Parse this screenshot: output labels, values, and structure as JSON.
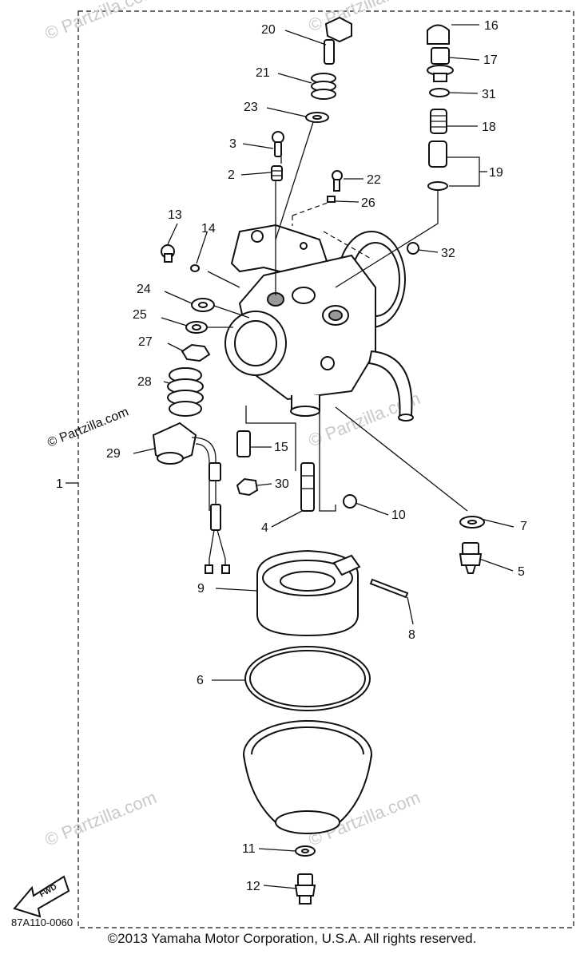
{
  "diagram": {
    "callouts": {
      "c1": "1",
      "c2": "2",
      "c3": "3",
      "c4": "4",
      "c5": "5",
      "c6": "6",
      "c7": "7",
      "c8": "8",
      "c9": "9",
      "c10": "10",
      "c11": "11",
      "c12": "12",
      "c13": "13",
      "c14": "14",
      "c15": "15",
      "c16": "16",
      "c17": "17",
      "c18": "18",
      "c19": "19",
      "c20": "20",
      "c21": "21",
      "c22": "22",
      "c23": "23",
      "c24": "24",
      "c25": "25",
      "c26": "26",
      "c27": "27",
      "c28": "28",
      "c29": "29",
      "c30": "30",
      "c31": "31",
      "c32": "32"
    },
    "diagram_code": "87A110-0060",
    "fwd_label": "FWD",
    "watermark": "© Partzilla.com",
    "copyright": "©2013  Yamaha Motor Corporation, U.S.A. All rights reserved."
  }
}
